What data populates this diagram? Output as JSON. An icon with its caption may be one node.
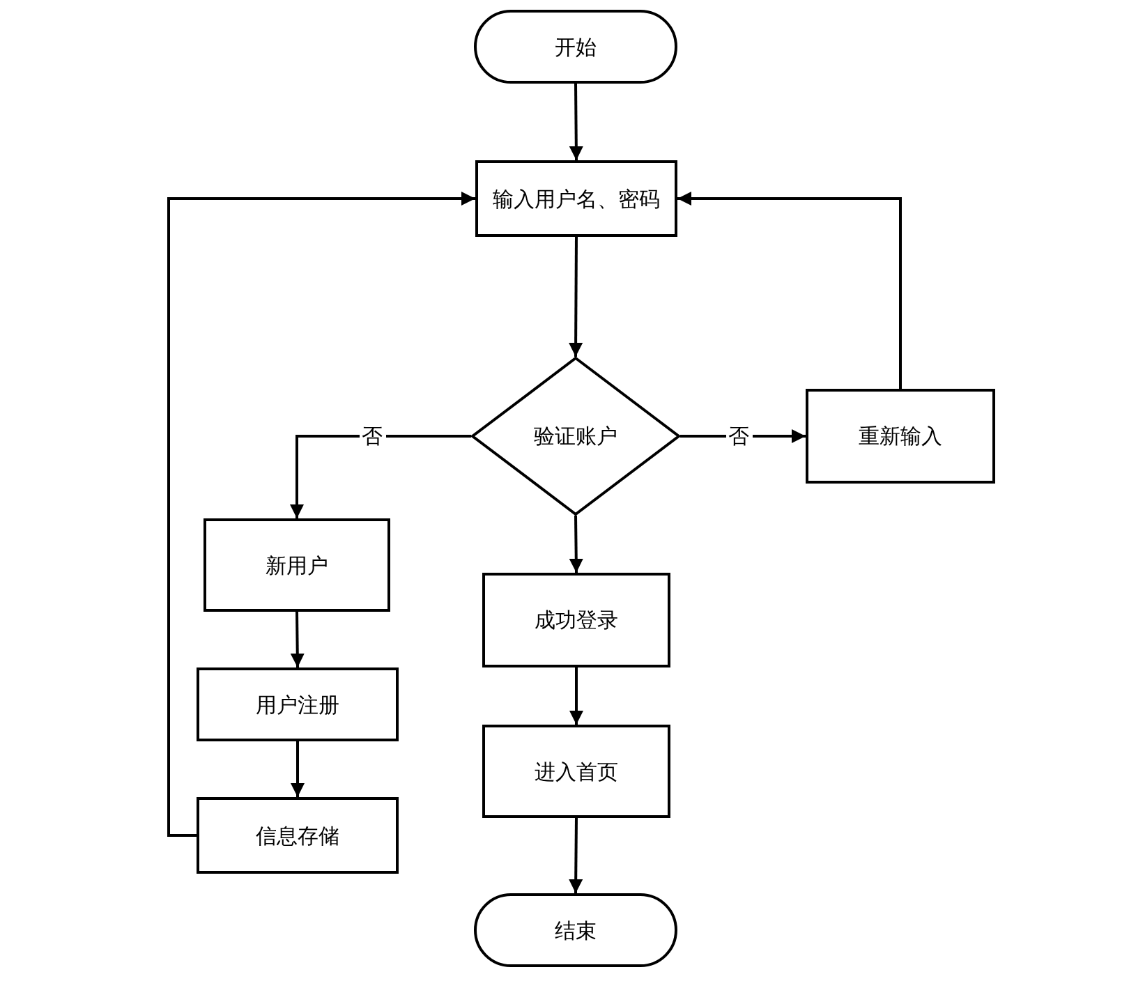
{
  "diagram": {
    "nodes": [
      {
        "text": [
          "开始"
        ]
      },
      {
        "text": [
          "输入用户名、密码"
        ]
      },
      {
        "text": [
          "验证账户"
        ]
      },
      {
        "text": [
          "重新输入"
        ]
      },
      {
        "text": [
          "新用户"
        ]
      },
      {
        "text": [
          "成功登录"
        ]
      },
      {
        "text": [
          "用户注册"
        ]
      },
      {
        "text": [
          "进入首页"
        ]
      },
      {
        "text": [
          "信息存储"
        ]
      },
      {
        "text": [
          "结束"
        ]
      }
    ],
    "edges": [
      {
        "from": 0,
        "to": 1,
        "arrow": "to"
      },
      {
        "from": 1,
        "to": 2,
        "arrow": "to"
      },
      {
        "from": 2,
        "to": 3,
        "arrow": "to",
        "label": "否"
      },
      {
        "from": 3,
        "to": 1,
        "arrow": "to"
      },
      {
        "from": 2,
        "to": 4,
        "arrow": "to",
        "label": "否"
      },
      {
        "from": 2,
        "to": 5,
        "arrow": "to"
      },
      {
        "from": 4,
        "to": 6,
        "arrow": "to"
      },
      {
        "from": 6,
        "to": 8,
        "arrow": "to"
      },
      {
        "from": 8,
        "to": 1,
        "arrow": "to"
      },
      {
        "from": 5,
        "to": 7,
        "arrow": "to"
      },
      {
        "from": 7,
        "to": 9,
        "arrow": "to"
      }
    ]
  }
}
